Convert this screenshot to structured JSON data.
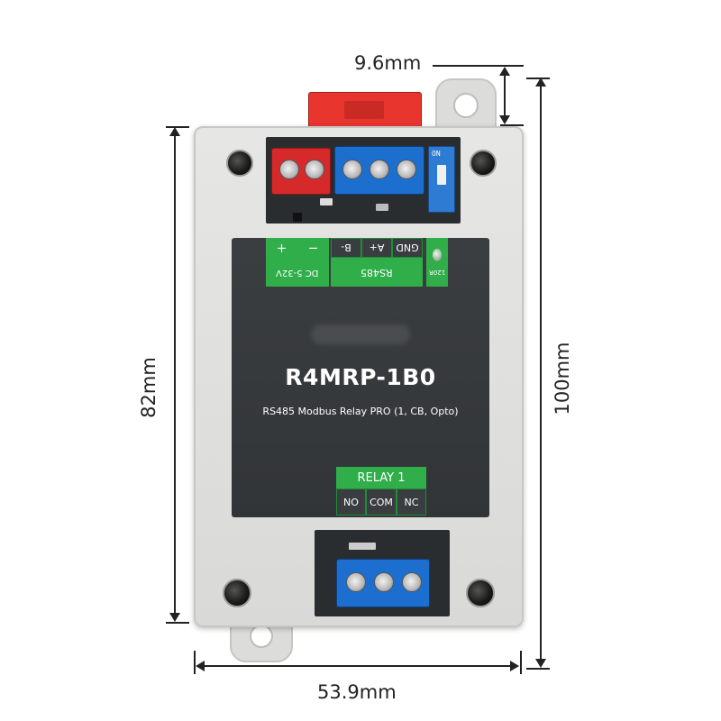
{
  "dimensions": {
    "top_width": "9.6mm",
    "bottom_width": "53.9mm",
    "left_height": "82mm",
    "right_height": "100mm"
  },
  "top_terminals": {
    "power": {
      "labels": [
        "+",
        "−"
      ],
      "caption": "DC 5-32V"
    },
    "rs485": {
      "labels": [
        "B-",
        "A+",
        "GND"
      ],
      "caption": "RS485"
    },
    "terminator": {
      "caption": "120R"
    },
    "switch_silk": "ON"
  },
  "device": {
    "model": "R4MRP-1B0",
    "description": "RS485 Modbus Relay PRO (1, CB, Opto)"
  },
  "relay": {
    "title": "RELAY 1",
    "pins": [
      "NO",
      "COM",
      "NC"
    ]
  },
  "colors": {
    "terminal_red": "#d62a2a",
    "terminal_blue": "#1d6fcf",
    "label_green": "#2fae4a",
    "housing_grey": "#dcdcda",
    "label_dark": "#323537"
  }
}
